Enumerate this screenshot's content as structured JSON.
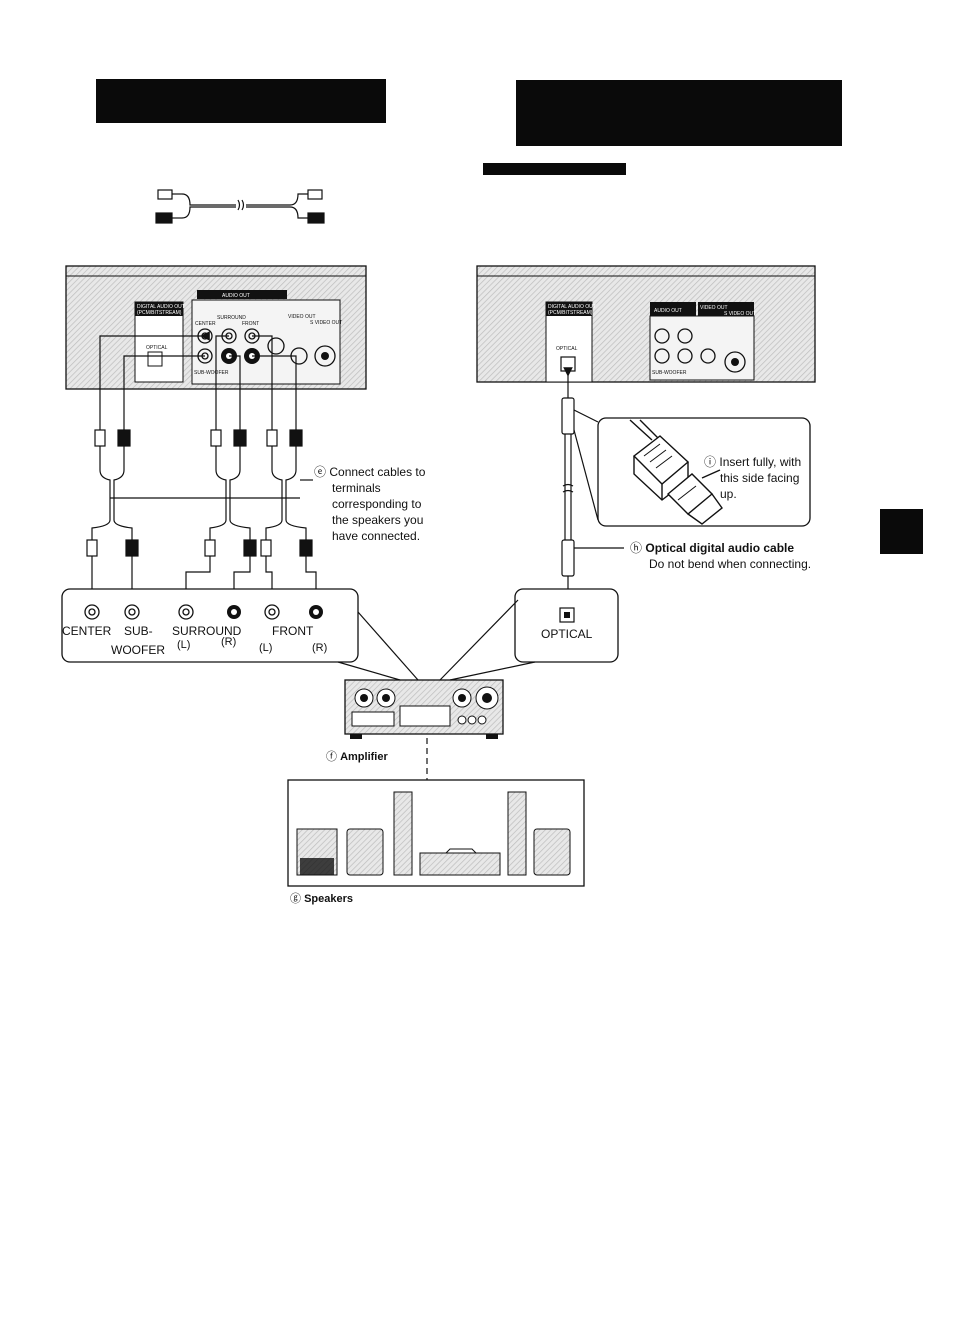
{
  "colors": {
    "ink": "#111111",
    "panel": "#e6e6e6",
    "hatch": "#cfcfcf"
  },
  "left_panel": {
    "rear_labels": {
      "digital_audio_out": "DIGITAL AUDIO OUT",
      "digital_audio_out_sub": "(PCM/BITSTREAM)",
      "audio_out": "AUDIO OUT",
      "optical": "OPTICAL",
      "center": "CENTER",
      "surround": "SURROUND",
      "front": "FRONT",
      "sub_woofer": "SUB-WOOFER",
      "video_out": "VIDEO OUT",
      "s_video_out": "S VIDEO OUT"
    },
    "note_marker": "ⓔ",
    "note_lines": [
      "Connect cables to",
      "terminals",
      "corresponding to",
      "the speakers you",
      "have connected."
    ],
    "terminal_labels": {
      "center": "CENTER",
      "sub_line1": "SUB-",
      "sub_line2": "WOOFER",
      "surround": "SURROUND",
      "front": "FRONT",
      "l": "(L)",
      "r": "(R)"
    }
  },
  "right_panel": {
    "rear_labels": {
      "digital_audio_out": "DIGITAL AUDIO OUT",
      "digital_audio_out_sub": "(PCM/BITSTREAM)",
      "audio_out": "AUDIO OUT",
      "optical": "OPTICAL",
      "sub_woofer": "SUB-WOOFER",
      "video_out": "VIDEO OUT",
      "s_video_out": "S VIDEO OUT"
    },
    "insert_marker": "ⓘ",
    "insert_lines": [
      "Insert fully, with",
      "this side facing",
      "up."
    ],
    "cable_marker": "ⓗ",
    "cable_title": "Optical digital audio cable",
    "cable_note": "Do not bend when connecting.",
    "terminal_label": "OPTICAL"
  },
  "amplifier": {
    "marker": "ⓕ",
    "label": "Amplifier"
  },
  "speakers": {
    "marker": "ⓖ",
    "label": "Speakers"
  }
}
